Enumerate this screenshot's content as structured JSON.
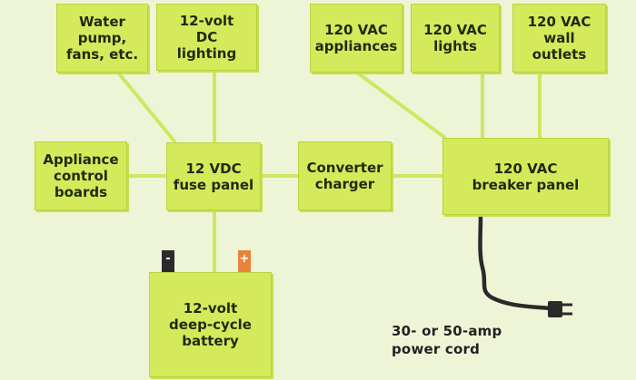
{
  "boxes": {
    "water_pump": "Water\npump,\nfans, etc.",
    "dc_lighting": "12-volt\nDC\nlighting",
    "ac_appliances": "120 VAC\nappliances",
    "ac_lights": "120 VAC\nlights",
    "ac_outlets": "120 VAC\nwall\noutlets",
    "appliance_control": "Appliance\ncontrol\nboards",
    "fuse_panel": "12 VDC\nfuse panel",
    "converter": "Converter\ncharger",
    "breaker_panel": "120 VAC\nbreaker panel",
    "battery": "12-volt\ndeep-cycle\nbattery"
  },
  "battery_terminals": {
    "negative": "-",
    "positive": "+"
  },
  "power_cord_label": "30- or 50-amp\npower cord",
  "colors": {
    "background": "#eef5d6",
    "box_fill": "#d4ea5b",
    "wire": "#cde860",
    "cord": "#2a2a2a",
    "negative_terminal": "#2b2b2b",
    "positive_terminal": "#e8833a"
  }
}
